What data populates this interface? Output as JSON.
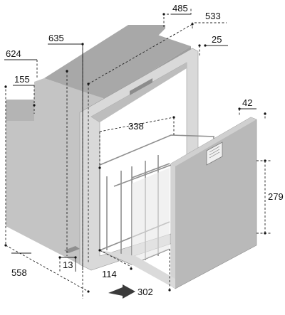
{
  "dimensions": {
    "d485": "485",
    "d533": "533",
    "d635": "635",
    "d624": "624",
    "d25": "25",
    "d155": "155",
    "d338": "338",
    "d42": "42",
    "d279": "279",
    "d13": "13",
    "d558": "558",
    "d114": "114",
    "d302": "302"
  },
  "colors": {
    "body_top": "#a8a8a8",
    "body_side": "#c4c4c4",
    "frame": "#d9d9d9",
    "frame_dark": "#b5b5b5",
    "door": "#b9b9b9",
    "door_edge": "#d3d3d3",
    "arrow": "#3a3a3a"
  },
  "icons": {
    "direction_arrow": "arrow-right-icon",
    "handle": "door-handle-icon"
  }
}
